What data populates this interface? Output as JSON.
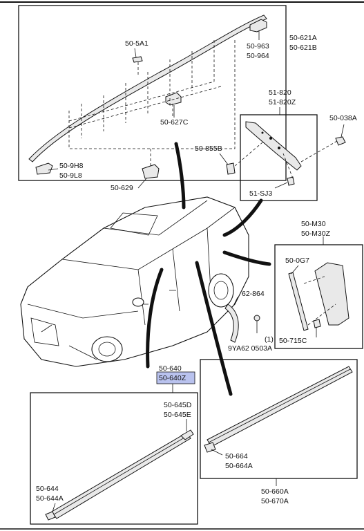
{
  "parts": {
    "rail_a": "50-621A",
    "rail_b": "50-621B",
    "end_cover_a": "50-963",
    "end_cover_b": "50-964",
    "cover_5a1": "50-5A1",
    "clip_627c": "50-627C",
    "cover_9h8": "50-9H8",
    "cover_9l8": "50-9L8",
    "clip_629": "50-629",
    "trim_820": "51-820",
    "trim_820z": "51-820Z",
    "bolt_038a": "50-038A",
    "clip_855b": "50-855B",
    "clip_sj3": "51-SJ3",
    "garnish_m30": "50-M30",
    "garnish_m30z": "50-M30Z",
    "seal_0g7": "50-0G7",
    "clip_715c": "50-715C",
    "guard_864": "62-864",
    "screw_ref": "9YA62 0503A",
    "screw_qty": "(1)",
    "molding_640": "50-640",
    "molding_640z": "50-640Z",
    "clip_645d": "50-645D",
    "clip_645e": "50-645E",
    "molding_644": "50-644",
    "molding_644a": "50-644A",
    "clip_664": "50-664",
    "clip_664a": "50-664A",
    "molding_660a": "50-660A",
    "molding_670a": "50-670A"
  },
  "highlight_color": "#b9c2ee"
}
